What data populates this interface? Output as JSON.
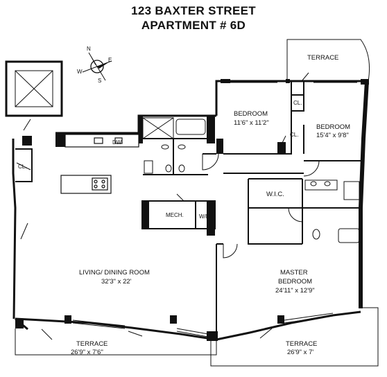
{
  "header": {
    "address": "123 BAXTER STREET",
    "unit": "APARTMENT # 6D"
  },
  "compass": {
    "n": "N",
    "e": "E",
    "s": "S",
    "w": "W"
  },
  "rooms": {
    "terrace_top": "TERRACE",
    "bedroom1_name": "BEDROOM",
    "bedroom1_dims": "11'6\" x 11'2\"",
    "bedroom2_name": "BEDROOM",
    "bedroom2_dims": "15'4\" x 9'8\"",
    "closet1": "CL.",
    "closet2": "CL.",
    "closet3": "CL.",
    "dw": "DW",
    "wic": "W.I.C.",
    "mech": "MECH.",
    "wd": "W/D",
    "living_name": "LIVING/ DINING ROOM",
    "living_dims": "32'3\" x 22'",
    "master_name1": "MASTER",
    "master_name2": "BEDROOM",
    "master_dims": "24'11\" x 12'9\"",
    "terrace_left_name": "TERRACE",
    "terrace_left_dims": "26'9\" x 7'6\"",
    "terrace_right_name": "TERRACE",
    "terrace_right_dims": "26'9\" x 7'"
  }
}
